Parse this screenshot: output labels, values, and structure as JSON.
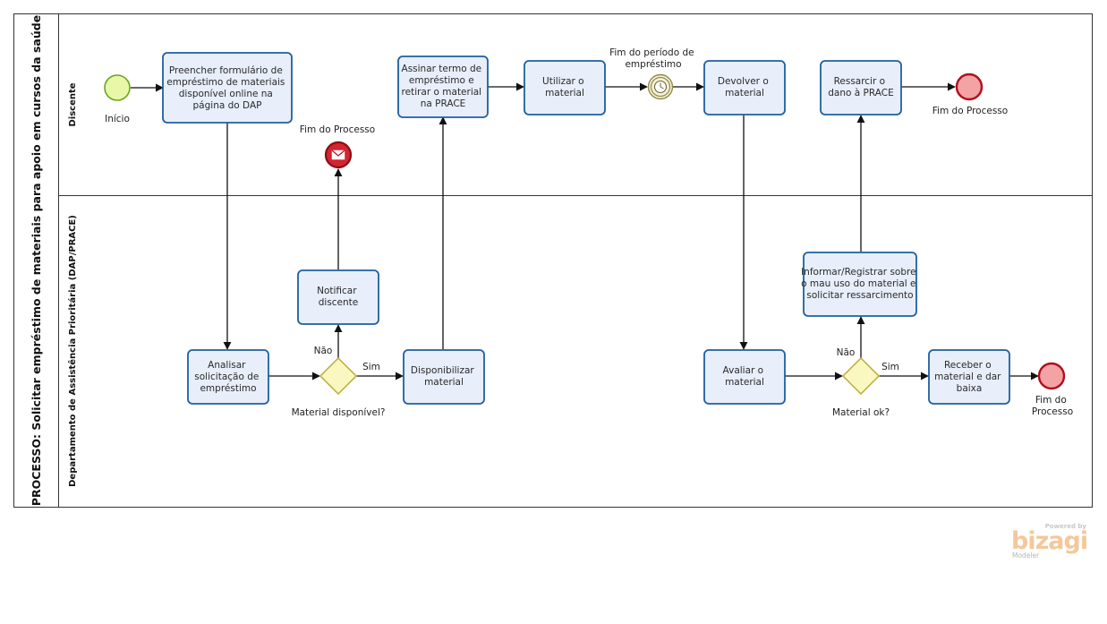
{
  "pool": {
    "title": "PROCESSO: Solicitar empréstimo de materiais para apoio em cursos da saúde"
  },
  "lanes": {
    "discente": "Discente",
    "dap": "Departamento de Assistência Prioritária (DAP/PRACE)"
  },
  "events": {
    "start": "Início",
    "end_notify": "Fim do Processo",
    "timer": [
      "Fim do período de",
      "empréstimo"
    ],
    "end_top": "Fim do Processo",
    "end_bottom": [
      "Fim do",
      "Processo"
    ]
  },
  "tasks": {
    "preencher": [
      "Preencher formulário de",
      "empréstimo de materiais",
      "disponível online na",
      "página do DAP"
    ],
    "assinar": [
      "Assinar termo de",
      "empréstimo e",
      "retirar o material",
      "na PRACE"
    ],
    "utilizar": [
      "Utilizar o",
      "material"
    ],
    "devolver": [
      "Devolver o",
      "material"
    ],
    "ressarcir": [
      "Ressarcir o",
      "dano à PRACE"
    ],
    "analisar": [
      "Analisar",
      "solicitação de",
      "empréstimo"
    ],
    "notificar": [
      "Notificar",
      "discente"
    ],
    "disponibilizar": [
      "Disponibilizar",
      "material"
    ],
    "avaliar": [
      "Avaliar o",
      "material"
    ],
    "informar": [
      "Informar/Registrar sobre",
      "o mau uso do material e",
      "solicitar ressarcimento"
    ],
    "receber": [
      "Receber o",
      "material e dar",
      "baixa"
    ]
  },
  "gateways": {
    "disponivel": {
      "label": "Material disponível?",
      "no": "Não",
      "yes": "Sim"
    },
    "ok": {
      "label": "Material ok?",
      "no": "Não",
      "yes": "Sim"
    }
  },
  "branding": {
    "powered": "Powered by",
    "logo": "bizagi",
    "product": "Modeler"
  },
  "colors": {
    "task_fill": "#e8eefa",
    "task_stroke": "#1f5f9e",
    "start_fill": "#e8f7a8",
    "start_stroke": "#6aa51f",
    "end_fill": "#f3a3a3",
    "end_stroke": "#b00e1e",
    "gateway_fill": "#fbf7c0",
    "gateway_stroke": "#b8ad35",
    "timer_fill": "#f6f1d6",
    "timer_stroke": "#8f8a4a"
  }
}
